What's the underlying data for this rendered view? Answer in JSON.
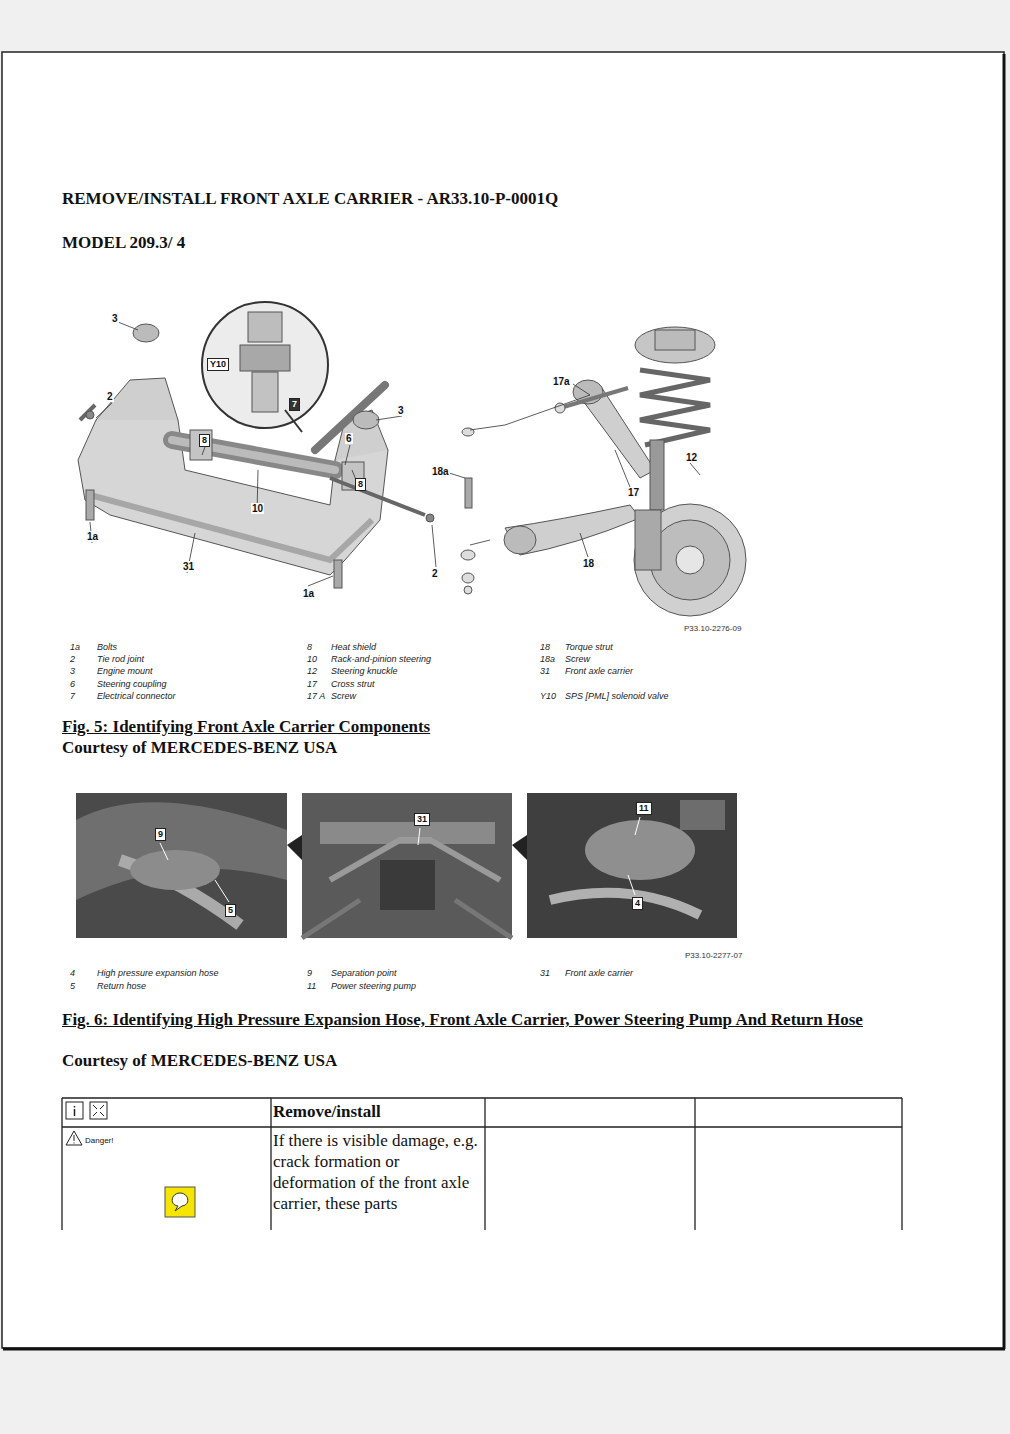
{
  "diagram": {
    "title": "REMOVE/INSTALL FRONT AXLE CARRIER - AR33.10-P-0001Q",
    "labels": [
      "MODEL 209.3/ 4",
      "3",
      "Y10",
      "2",
      "7",
      "3",
      "6",
      "8",
      "8",
      "10",
      "1a",
      "31",
      "1a",
      "17a",
      "18a",
      "12",
      "17",
      "2",
      "18",
      "P33.10-2276-09",
      "1a",
      "Bolts",
      "2",
      "Tie rod joint",
      "3",
      "Engine mount",
      "6",
      "Steering coupling",
      "7",
      "Electrical connector",
      "8",
      "Heat shield",
      "10",
      "Rack-and-pinion steering",
      "12",
      "Steering knuckle",
      "17",
      "Cross strut",
      "17 A",
      "Screw",
      "18",
      "Torque strut",
      "18a",
      "Screw",
      "31",
      "Front axle carrier",
      "Y10",
      "SPS [PML] solenoid valve",
      "Fig. 5: Identifying Front Axle Carrier Components",
      "Courtesy of MERCEDES-BENZ USA",
      "9",
      "5",
      "31",
      "11",
      "4",
      "P33.10-2277-07",
      "4",
      "High pressure expansion hose",
      "5",
      "Return hose",
      "9",
      "Separation point",
      "11",
      "Power steering pump",
      "31",
      "Front axle carrier",
      "Fig. 6: Identifying High Pressure Expansion Hose, Front Axle Carrier, Power Steering Pump And Return Hose",
      "Courtesy of MERCEDES-BENZ USA",
      "Remove/install",
      "Danger!",
      "If there is visible damage, e.g. crack formation or deformation of the front axle carrier, these parts"
    ]
  }
}
